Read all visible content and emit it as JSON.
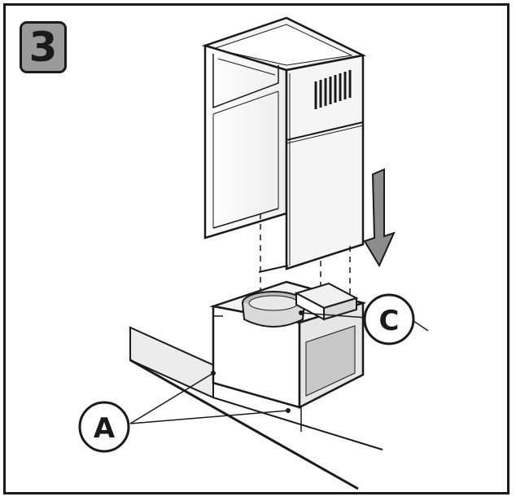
{
  "step": {
    "number": "3"
  },
  "callouts": {
    "a": {
      "label": "A"
    },
    "c": {
      "label": "C"
    }
  },
  "colors": {
    "stroke": "#1a1a1a",
    "badge_fill": "#9a9a9a",
    "surface_shade": "#e9e9e9",
    "dark_shade": "#b8b8b8"
  }
}
